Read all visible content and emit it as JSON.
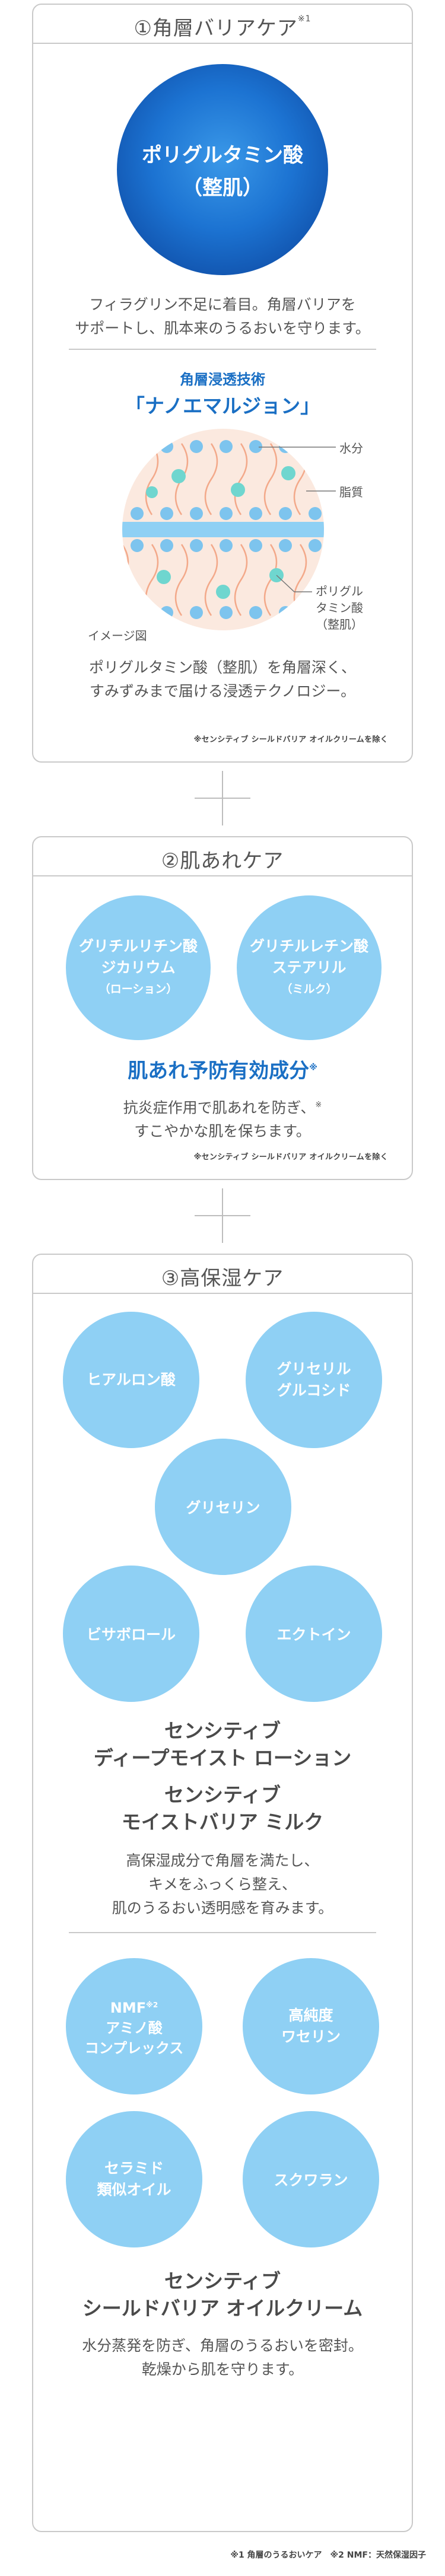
{
  "card1": {
    "title": "①角層バリアケア",
    "title_mark": "※1",
    "hero": {
      "line1": "ポリグルタミン酸",
      "line2": "（整肌）"
    },
    "desc": [
      "フィラグリン不足に着目。角層バリアを",
      "サポートし、肌本来のうるおいを守ります。"
    ],
    "tech_label": "角層浸透技術",
    "tech_name": "「ナノエマルジョン」",
    "diagram": {
      "label_water": "水分",
      "label_lipid": "脂質",
      "label_pga": [
        "ポリグル",
        "タミン酸",
        "（整肌）"
      ],
      "caption": "イメージ図"
    },
    "desc2": [
      "ポリグルタミン酸（整肌）を角層深く、",
      "すみずみまで届ける浸透テクノロジー。"
    ],
    "note": "※センシティブ シールドバリア オイルクリームを除く"
  },
  "card2": {
    "title": "②肌あれケア",
    "circles": [
      {
        "line1": "グリチルリチン酸",
        "line2": "ジカリウム",
        "sub": "（ローション）"
      },
      {
        "line1": "グリチルレチン酸",
        "line2": "ステアリル",
        "sub": "（ミルク）"
      }
    ],
    "headline": "肌あれ予防有効成分",
    "headline_mark": "※",
    "desc": [
      "抗炎症作用で肌あれを防ぎ、",
      "すこやかな肌を保ちます。"
    ],
    "desc_mark": "※",
    "note": "※センシティブ シールドバリア オイルクリームを除く"
  },
  "card3": {
    "title": "③高保湿ケア",
    "circles_a": [
      {
        "line1": "ヒアルロン酸",
        "line2": ""
      },
      {
        "line1": "グリセリル",
        "line2": "グルコシド"
      },
      {
        "line1": "グリセリン",
        "line2": ""
      },
      {
        "line1": "ビサボロール",
        "line2": ""
      },
      {
        "line1": "エクトイン",
        "line2": ""
      }
    ],
    "product_a1": [
      "センシティブ",
      "ディープモイスト ローション"
    ],
    "product_a2": [
      "センシティブ",
      "モイストバリア ミルク"
    ],
    "desc_a": [
      "高保湿成分で角層を満たし、",
      "キメをふっくら整え、",
      "肌のうるおい透明感を育みます。"
    ],
    "circles_b": [
      {
        "line1": "NMF",
        "mark": "※2",
        "line2": "アミノ酸",
        "line3": "コンプレックス"
      },
      {
        "line1": "高純度",
        "line2": "ワセリン"
      },
      {
        "line1": "セラミド",
        "line2": "類似オイル"
      },
      {
        "line1": "スクワラン",
        "line2": ""
      }
    ],
    "product_b": [
      "センシティブ",
      "シールドバリア オイルクリーム"
    ],
    "desc_b": [
      "水分蒸発を防ぎ、角層のうるおいを密封。",
      "乾燥から肌を守ります。"
    ]
  },
  "footnote": "※1 角層のうるおいケア　※2 NMF：天然保湿因子"
}
